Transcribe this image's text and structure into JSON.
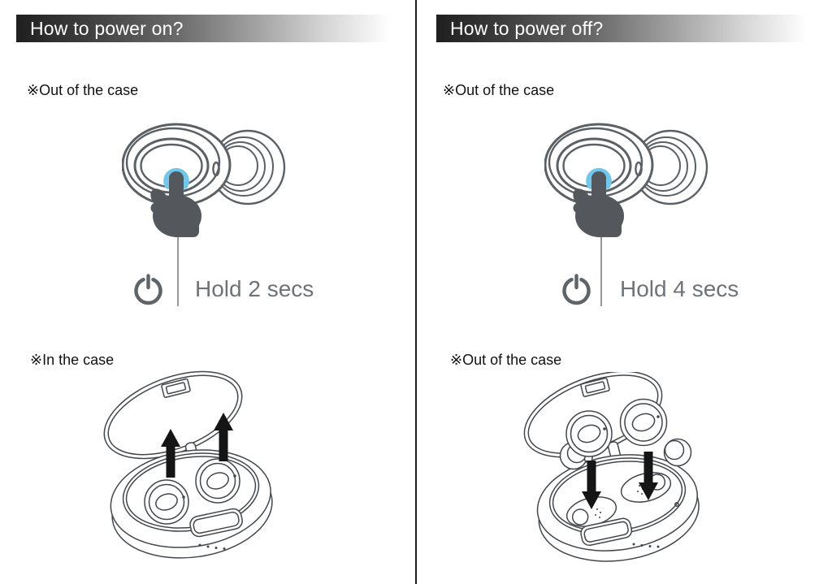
{
  "page": {
    "background": "#ffffff",
    "divider_color": "#1c1c1c",
    "header_text_color": "#ffffff",
    "header_gradient_start": "#1f1f1f",
    "header_gradient_end": "#ffffff",
    "body_text_color": "#111111",
    "instruction_text_color": "#6e7377",
    "line_art_color": "#5b6065",
    "case_line_color": "#43474b",
    "hand_color": "#54585c",
    "touch_highlight_color": "#6fc7ec",
    "arrow_color": "#151515"
  },
  "columns": [
    {
      "id": "power-on",
      "header": "How to power on?",
      "sections": [
        {
          "label": "※Out of the case",
          "illustration": "earbud-touch-with-finger",
          "power_icon": "power-icon",
          "instruction": "Hold 2 secs"
        },
        {
          "label": "※In the case",
          "illustration": "open-case-earbuds-removed-up-arrows"
        }
      ]
    },
    {
      "id": "power-off",
      "header": "How to power off?",
      "sections": [
        {
          "label": "※Out of the case",
          "illustration": "earbud-touch-with-finger",
          "power_icon": "power-icon",
          "instruction": "Hold 4 secs"
        },
        {
          "label": "※Out of the case",
          "illustration": "open-case-earbuds-inserted-down-arrows"
        }
      ]
    }
  ]
}
